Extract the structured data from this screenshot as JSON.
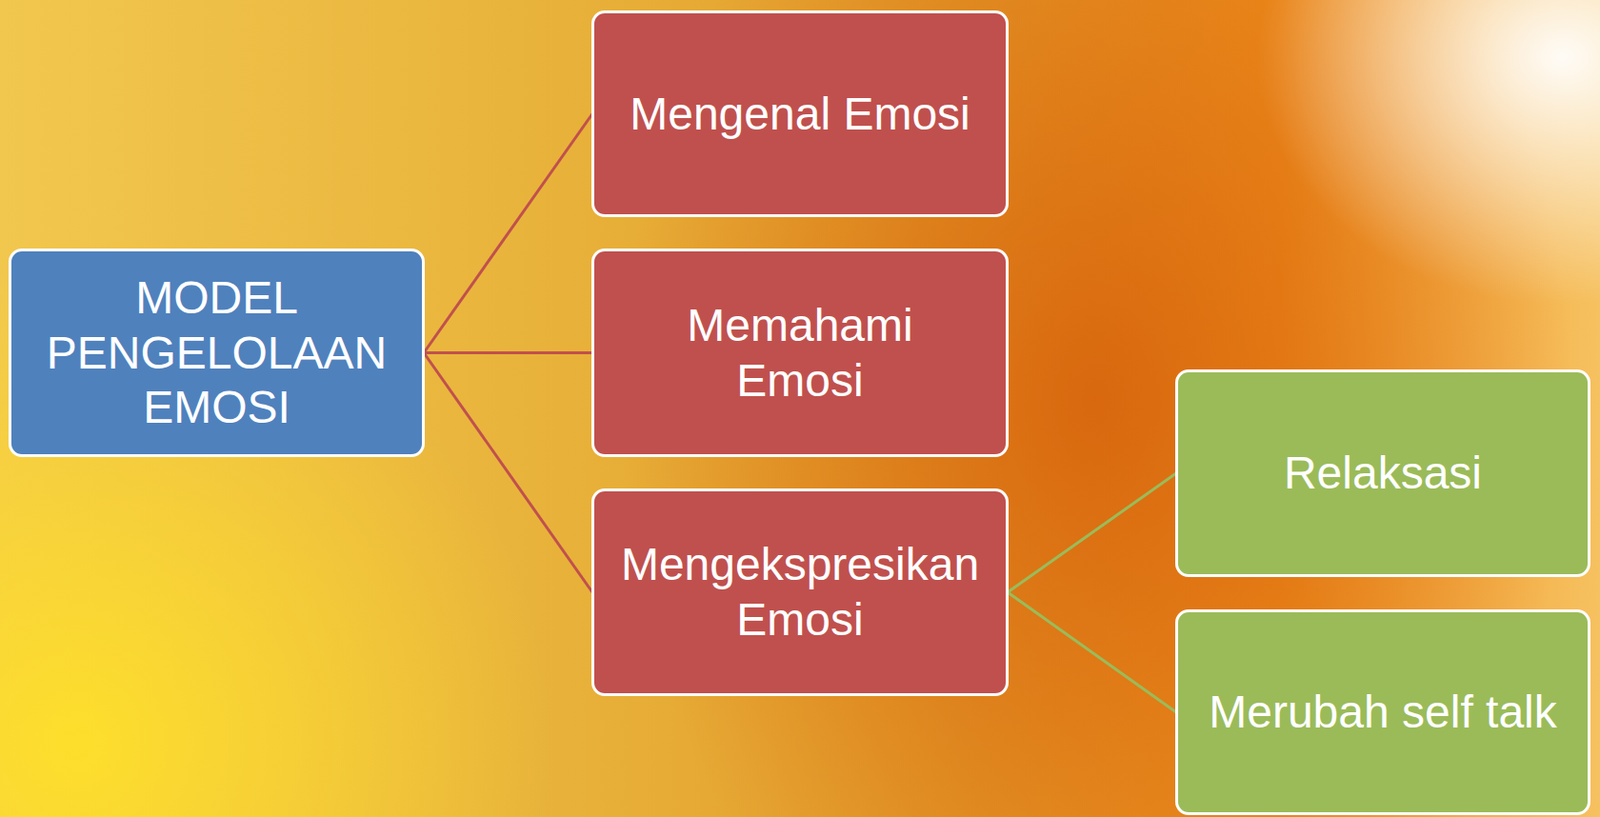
{
  "diagram": {
    "nodes": [
      {
        "text": [
          "MODEL PENGELOLAAN EMOSI"
        ]
      },
      {
        "text": [
          "Mengenal Emosi"
        ]
      },
      {
        "text": [
          "Memahami Emosi"
        ]
      },
      {
        "text": [
          "Mengekspresikan Emosi"
        ]
      },
      {
        "text": [
          "Relaksasi"
        ]
      },
      {
        "text": [
          "Merubah self talk"
        ]
      }
    ],
    "edges": [
      {
        "from": 0,
        "to": 1,
        "arrow": "none"
      },
      {
        "from": 0,
        "to": 2,
        "arrow": "none"
      },
      {
        "from": 0,
        "to": 3,
        "arrow": "none"
      },
      {
        "from": 3,
        "to": 4,
        "arrow": "none"
      },
      {
        "from": 3,
        "to": 5,
        "arrow": "none"
      }
    ]
  }
}
